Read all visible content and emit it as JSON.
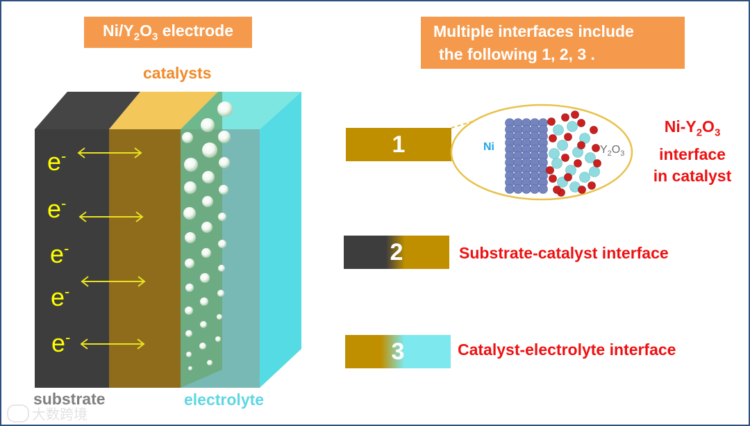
{
  "left_panel": {
    "title": {
      "prefix": "Ni/Y",
      "sub1": "2",
      "mid": "O",
      "sub2": "3",
      "suffix": " electrode"
    },
    "catalysts_label": "catalysts",
    "substrate_label": "substrate",
    "electrolyte_label": "electrolyte",
    "electrons": [
      {
        "symbol": "e",
        "charge": "-"
      },
      {
        "symbol": "e",
        "charge": "-"
      },
      {
        "symbol": "e",
        "charge": "-"
      },
      {
        "symbol": "e",
        "charge": "-"
      },
      {
        "symbol": "e",
        "charge": "-"
      }
    ]
  },
  "right_panel": {
    "title_line1": "Multiple interfaces include",
    "title_line2": "the following 1, 2, 3 .",
    "interfaces": [
      {
        "number": "1",
        "label_prefix": "Ni-Y",
        "label_sub1": "2",
        "label_mid": "O",
        "label_sub2": "3",
        "label_line2": "interface",
        "label_line3": "in catalyst"
      },
      {
        "number": "2",
        "label": "Substrate-catalyst interface"
      },
      {
        "number": "3",
        "label": "Catalyst-electrolyte interface"
      }
    ],
    "zoom": {
      "ni_label": "Ni",
      "y2o3": {
        "prefix": "Y",
        "sub1": "2",
        "mid": "O",
        "sub2": "3"
      }
    }
  },
  "watermark": "大数跨境",
  "colors": {
    "orange": "#f59a4d",
    "catalyst": "#bf8f00",
    "substrate": "#3d3d3d",
    "electrolyte": "#7de8ee",
    "red_label": "#ee1111",
    "electron_yellow": "#ffff00",
    "ni_atom": "#7384bf",
    "o_atom": "#cc2020",
    "y_atom": "#8fdbe0"
  }
}
